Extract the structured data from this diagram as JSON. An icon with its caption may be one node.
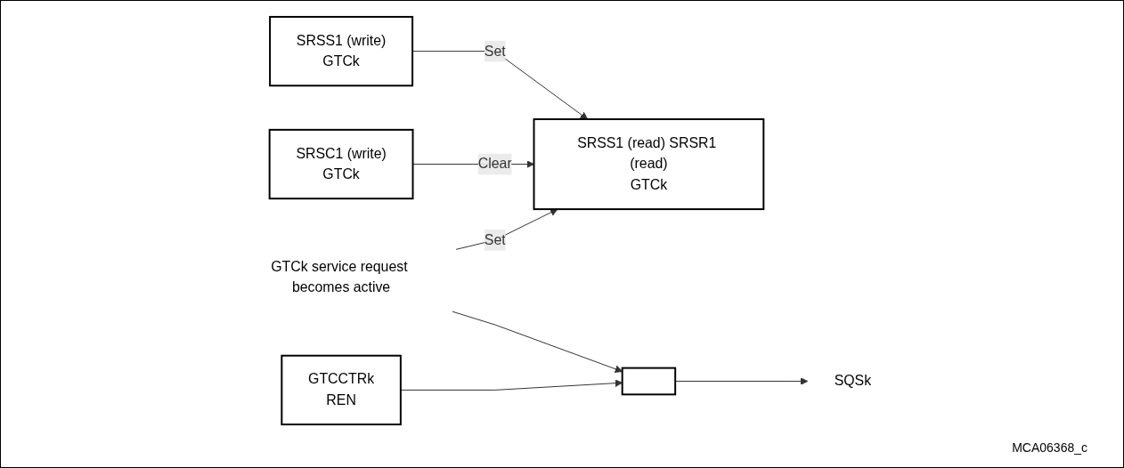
{
  "diagram": {
    "nodes": [
      {
        "text": [
          "SRSS1 (write)",
          "GTCk"
        ]
      },
      {
        "text": [
          "SRSC1 (write)",
          "GTCk"
        ]
      },
      {
        "text": [
          "SRSS1 (read) SRSR1 (read)",
          "GTCk"
        ]
      },
      {
        "text": [
          "GTCCTRk",
          "REN"
        ]
      },
      {
        "text": [
          "GTCk service request becomes active"
        ]
      },
      {
        "text": [],
        "shape": "box"
      },
      {
        "text": [
          "SQSk"
        ]
      }
    ],
    "edges": [
      {
        "from": 0,
        "to": 2,
        "label": "Set",
        "arrow": "to"
      },
      {
        "from": 1,
        "to": 2,
        "label": "Clear",
        "arrow": "to"
      },
      {
        "from": 4,
        "to": 2,
        "label": "Set",
        "arrow": "to"
      },
      {
        "from": 4,
        "to": 5,
        "arrow": "to"
      },
      {
        "from": 3,
        "to": 5,
        "arrow": "to"
      },
      {
        "from": 5,
        "to": 6,
        "arrow": "to"
      }
    ],
    "labels": [
      "MCA06368_c"
    ]
  }
}
